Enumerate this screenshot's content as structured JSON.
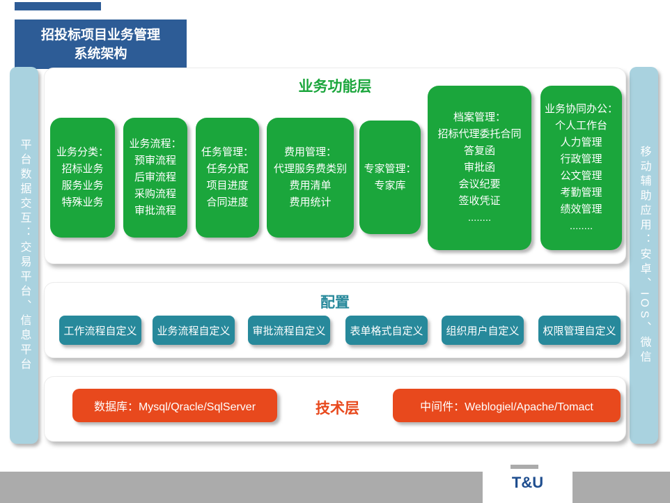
{
  "title_box": {
    "text": "招投标项目业务管理\n系统架构"
  },
  "rails": {
    "left": "平台数据交互：交易平台、信息平台",
    "right": "移动辅助应用：安卓、IOS、微信"
  },
  "business": {
    "title": "业务功能层",
    "boxes": [
      {
        "title": "业务分类：",
        "items": [
          "招标业务",
          "服务业务",
          "特殊业务"
        ]
      },
      {
        "title": "业务流程：",
        "items": [
          "预审流程",
          "后审流程",
          "采购流程",
          "审批流程"
        ]
      },
      {
        "title": "任务管理：",
        "items": [
          "任务分配",
          "项目进度",
          "合同进度"
        ]
      },
      {
        "title": "费用管理：",
        "items": [
          "代理服务费类别",
          "费用清单",
          "费用统计"
        ]
      },
      {
        "title": "专家管理：",
        "items": [
          "专家库"
        ]
      },
      {
        "title": "档案管理：",
        "items": [
          "招标代理委托合同",
          "答复函",
          "审批函",
          "会议纪要",
          "签收凭证",
          "........"
        ]
      },
      {
        "title": "业务协同办公：",
        "items": [
          "个人工作台",
          "人力管理",
          "行政管理",
          "公文管理",
          "考勤管理",
          "绩效管理",
          "........"
        ]
      }
    ]
  },
  "config": {
    "title": "配置",
    "buttons": [
      "工作流程自定义",
      "业务流程自定义",
      "审批流程自定义",
      "表单格式自定义",
      "组织用户自定义",
      "权限管理自定义"
    ]
  },
  "tech": {
    "title": "技术层",
    "database": "数据库：Mysql/Qracle/SqlServer",
    "middleware": "中间件：Weblogiel/Apache/Tomact"
  },
  "footer": {
    "logo": "T&U"
  },
  "colors": {
    "title_blue": "#2d5c96",
    "rail_light_blue": "#a9d2df",
    "business_green": "#1ba63c",
    "config_teal": "#27899b",
    "tech_orange": "#e8491d",
    "footer_gray": "#ababab",
    "logo_blue": "#1f4e8f"
  }
}
